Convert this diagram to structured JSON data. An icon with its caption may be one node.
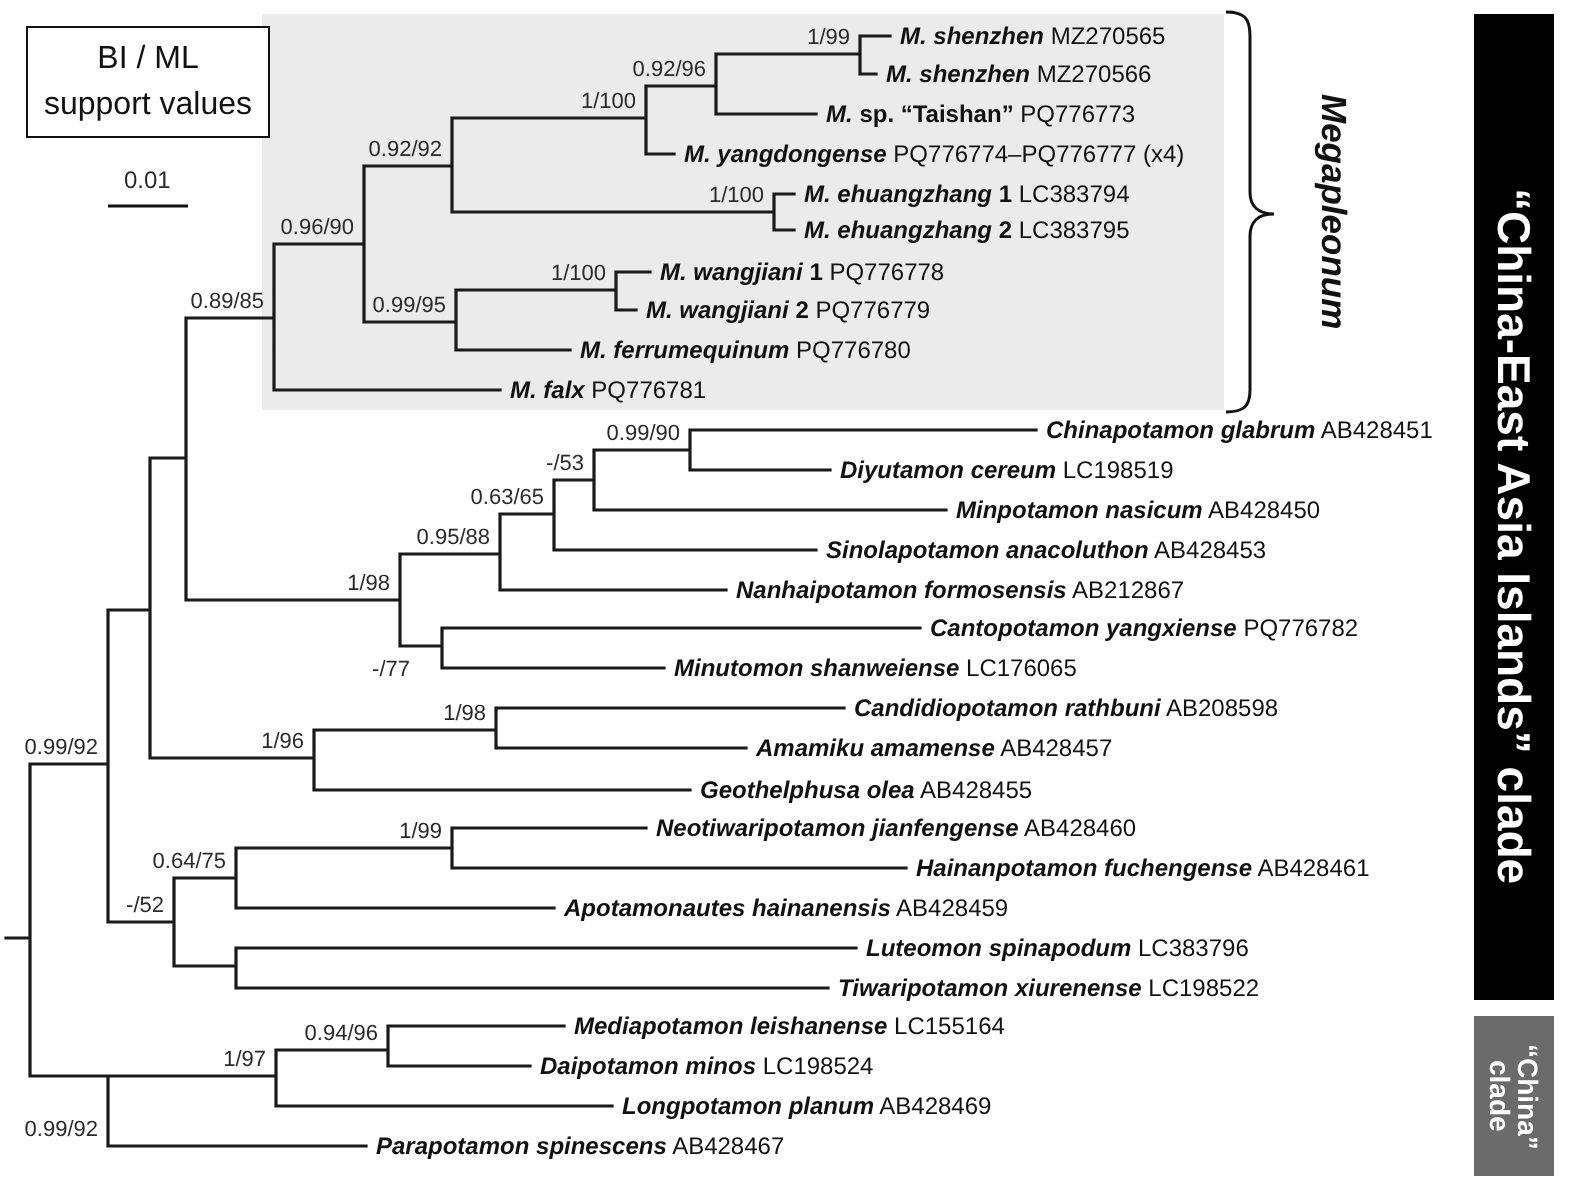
{
  "diagram": {
    "nodes": [
      {
        "text": [
          "BI / ML support values"
        ]
      },
      {
        "text": [
          "“China-East Asia Islands” clade"
        ]
      },
      {
        "text": [
          "“China” clade"
        ]
      }
    ],
    "labels": [
      "0.01",
      "1/99",
      "*M. shenzhen* MZ270565",
      "0.92/96",
      "*M. shenzhen* MZ270566",
      "1/100",
      "*M.* **sp. “Taishan”** PQ776773",
      "0.92/92",
      "*M. yangdongense* PQ776774–PQ776777 (x4)",
      "*M. ehuangzhang* **1** LC383794",
      "1/100",
      "*M. ehuangzhang* **2** LC383795",
      "0.96/90",
      "*M. wangjiani* **1** PQ776778",
      "1/100",
      "0.89/85",
      "0.99/95",
      "*M. wangjiani* **2** PQ776779",
      "*M. ferrumequinum* PQ776780",
      "*M. falx* PQ776781",
      "*Chinapotamon glabrum* AB428451",
      "0.99/90",
      "-/53",
      "*Diyutamon cereum* LC198519",
      "0.63/65",
      "*Minpotamon nasicum* AB428450",
      "0.95/88",
      "*Sinolapotamon anacoluthon* AB428453",
      "1/98",
      "*Nanhaipotamon formosensis* AB212867",
      "*Cantopotamon yangxiense* PQ776782",
      "*Minutomon shanweiense* LC176065",
      "-/77",
      "*Candidiopotamon rathbuni* AB208598",
      "1/98",
      "0.99/92",
      "1/96",
      "*Amamiku amamense* AB428457",
      "*Geothelphusa olea* AB428455",
      "*Neotiwaripotamon jianfengense* AB428460",
      "1/99",
      "0.64/75",
      "*Hainanpotamon fuchengense* AB428461",
      "-/52",
      "*Apotamonautes hainanensis* AB428459",
      "*Luteomon spinapodum* LC383796",
      "*Tiwaripotamon xiurenense* LC198522",
      "*Mediapotamon leishanense* LC155164",
      "0.94/96",
      "1/97",
      "*Daipotamon minos* LC198524",
      "*Longpotamon planum* AB428469",
      "0.99/92",
      "*Parapotamon spinescens* AB428467",
      "Megapleonum"
    ]
  }
}
